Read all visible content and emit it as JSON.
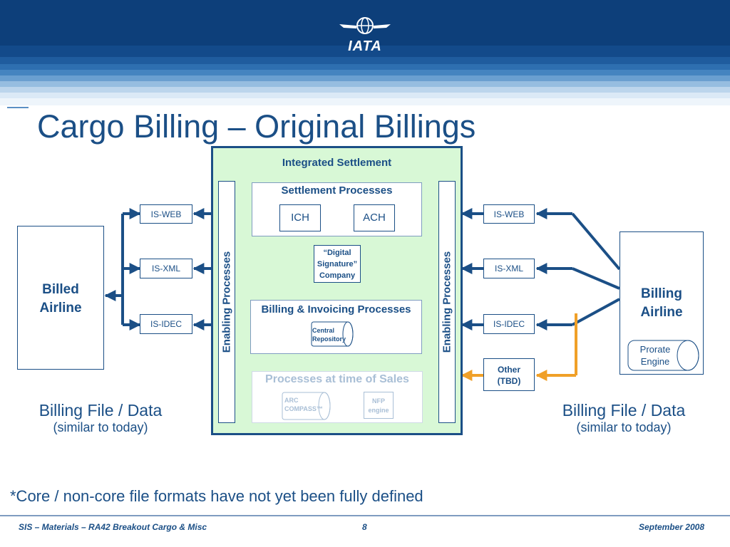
{
  "header": {
    "logo_text": "IATA",
    "logo_icon": "globe-wings-icon"
  },
  "title": "Cargo Billing – Original Billings",
  "integrated_settlement": {
    "title": "Integrated Settlement",
    "enabling_left": "Enabling Processes",
    "enabling_right": "Enabling Processes",
    "settlement_processes": {
      "title": "Settlement Processes",
      "ich": "ICH",
      "ach": "ACH"
    },
    "digital_signature": {
      "line1": "“Digital",
      "line2": "Signature”",
      "line3": "Company"
    },
    "billing_invoicing": {
      "title": "Billing & Invoicing Processes",
      "repo_line1": "Central",
      "repo_line2": "Repository"
    },
    "sales_processes": {
      "title": "Processes at time of Sales",
      "arc_line1": "ARC",
      "arc_line2": "COMPASS™",
      "nfp_line1": "NFP",
      "nfp_line2": "engine"
    }
  },
  "left": {
    "formats": [
      "IS-WEB",
      "IS-XML",
      "IS-IDEC"
    ],
    "airline": {
      "line1": "Billed",
      "line2": "Airline"
    },
    "caption_main": "Billing File / Data",
    "caption_sub": "(similar to today)"
  },
  "right": {
    "formats": [
      "IS-WEB",
      "IS-XML",
      "IS-IDEC"
    ],
    "other": {
      "line1": "Other",
      "line2": "(TBD)"
    },
    "airline": {
      "line1": "Billing",
      "line2": "Airline"
    },
    "prorate": {
      "line1": "Prorate",
      "line2": "Engine"
    },
    "caption_main": "Billing File / Data",
    "caption_sub": "(similar to today)"
  },
  "footnote": "*Core / non-core file formats have not yet been fully defined",
  "footer": {
    "left": "SIS – Materials – RA42 Breakout Cargo & Misc",
    "page": "8",
    "right": "September 2008"
  },
  "colors": {
    "navy": "#1b4f86",
    "green_fill": "#d8f8d6",
    "orange": "#f0a028",
    "grey_text": "#a9bfd6"
  }
}
